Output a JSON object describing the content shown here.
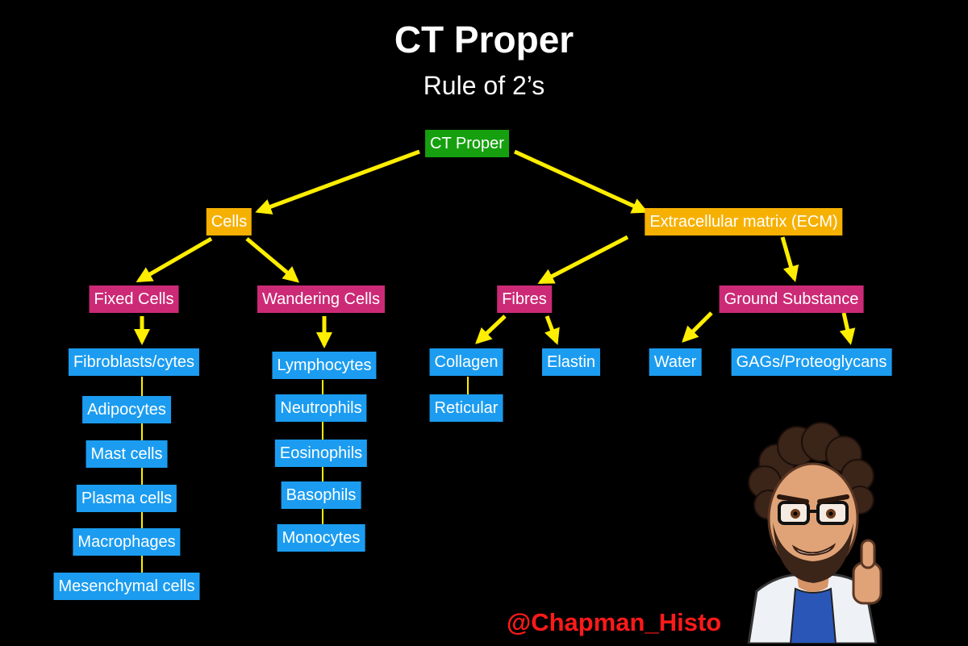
{
  "title": "CT Proper",
  "subtitle": "Rule of 2’s",
  "handle": "@Chapman_Histo",
  "colors": {
    "background": "#000000",
    "root": "#16a00f",
    "level1": "#f6b000",
    "level2": "#cc2a76",
    "leaf": "#1b9cf0",
    "arrow": "#ffee00",
    "handle": "#ff1a1a"
  },
  "nodes": {
    "root": "CT Proper",
    "cells": "Cells",
    "ecm": "Extracellular matrix (ECM)",
    "fixed": "Fixed Cells",
    "wandering": "Wandering Cells",
    "fibres": "Fibres",
    "ground": "Ground Substance",
    "fixed_list": [
      "Fibroblasts/cytes",
      "Adipocytes",
      "Mast cells",
      "Plasma cells",
      "Macrophages",
      "Mesenchymal cells"
    ],
    "wandering_list": [
      "Lymphocytes",
      "Neutrophils",
      "Eosinophils",
      "Basophils",
      "Monocytes"
    ],
    "fibres_list": [
      "Collagen",
      "Reticular",
      "Elastin"
    ],
    "ground_list": [
      "Water",
      "GAGs/Proteoglycans"
    ]
  },
  "icons": [
    "cartoon-avatar-icon"
  ]
}
